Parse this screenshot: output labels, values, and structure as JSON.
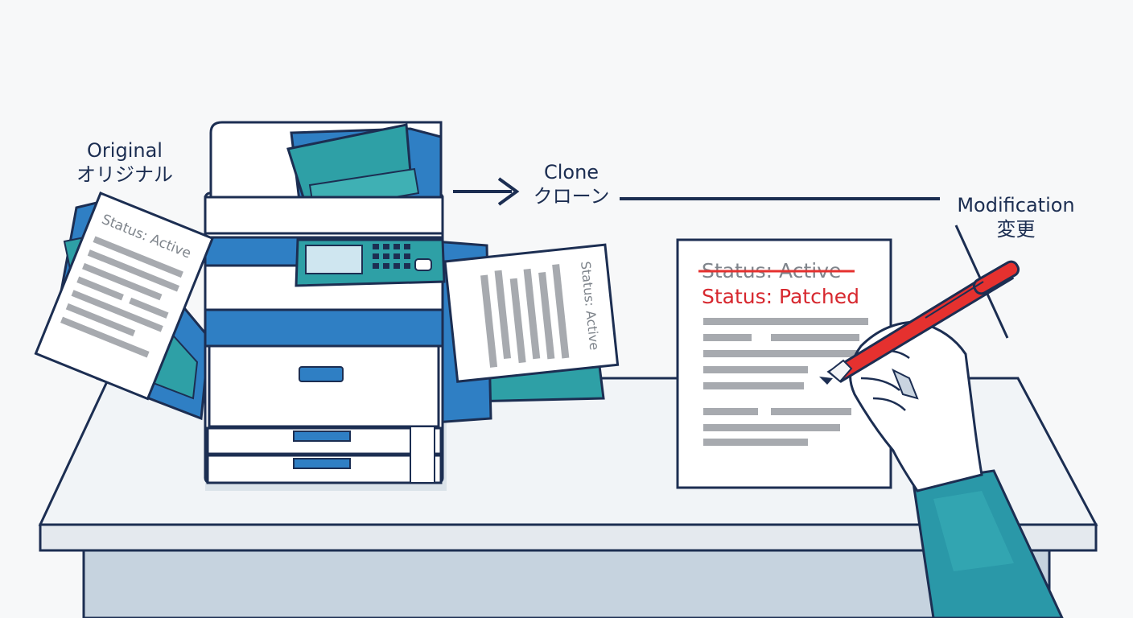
{
  "labels": {
    "original_en": "Original",
    "original_ja": "オリジナル",
    "clone_en": "Clone",
    "clone_ja": "クローン",
    "modification_en": "Modification",
    "modification_ja": "変更"
  },
  "documents": {
    "original_status": "Status: Active",
    "clone_status": "Status: Active",
    "modified_old_status": "Status: Active",
    "modified_new_status": "Status: Patched"
  },
  "colors": {
    "outline": "#1c2e52",
    "copier_blue": "#2f7fc4",
    "copier_teal": "#2ea0a6",
    "desk_top": "#f1f4f7",
    "desk_front": "#c6d3df",
    "paper_line": "#a7aaaf",
    "pen_red": "#e5312f",
    "sleeve": "#2a98a8"
  },
  "icons": [
    "copier-icon",
    "arrow-right-icon",
    "pen-icon",
    "hand-icon",
    "document-icon"
  ]
}
